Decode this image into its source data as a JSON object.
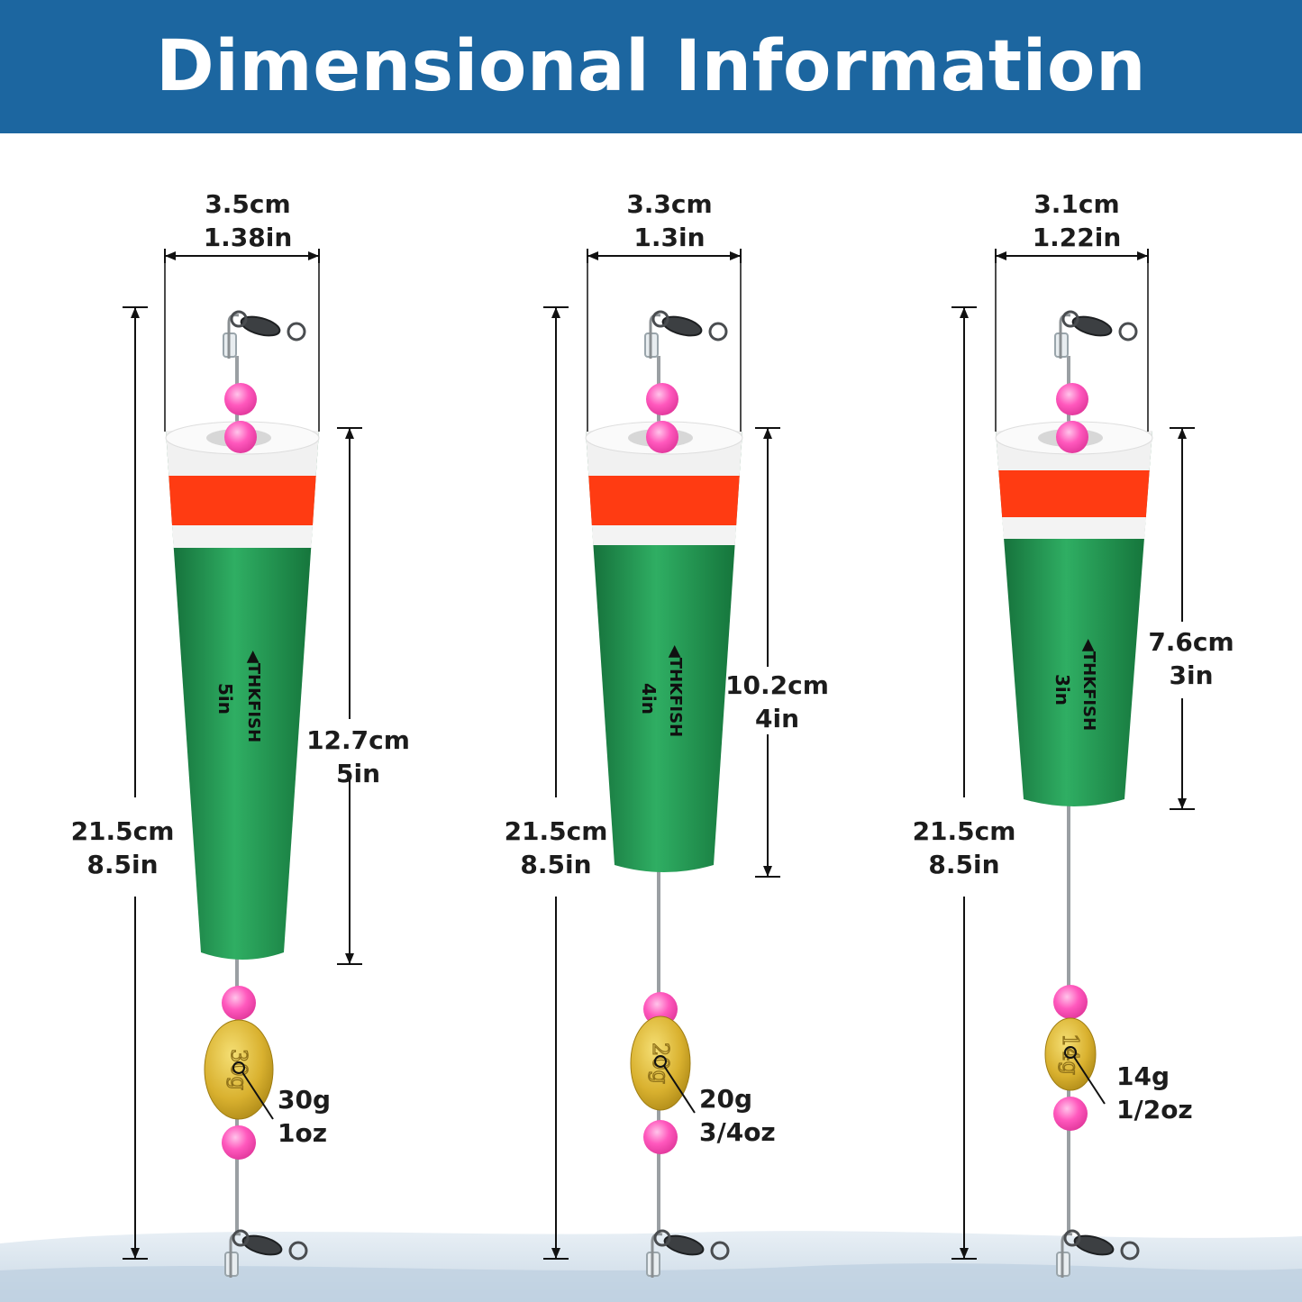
{
  "header": {
    "title": "Dimensional Information"
  },
  "brand": "THKFISH",
  "colors": {
    "banner": "#1c66a0",
    "float_green": "#1f8f4e",
    "float_red": "#ff3b12",
    "float_white": "#f2f2f2",
    "bead_pink": "#ff4fb5",
    "weight_gold": "#d6b02c"
  },
  "floats": [
    {
      "width_cm": "3.5cm",
      "width_in": "1.38in",
      "body_cm": "12.7cm",
      "body_in": "5in",
      "total_cm": "21.5cm",
      "total_in": "8.5in",
      "weight_g": "30g",
      "weight_oz": "1oz",
      "size_mark": "5in",
      "weight_mark": "30g"
    },
    {
      "width_cm": "3.3cm",
      "width_in": "1.3in",
      "body_cm": "10.2cm",
      "body_in": "4in",
      "total_cm": "21.5cm",
      "total_in": "8.5in",
      "weight_g": "20g",
      "weight_oz": "3/4oz",
      "size_mark": "4in",
      "weight_mark": "20g"
    },
    {
      "width_cm": "3.1cm",
      "width_in": "1.22in",
      "body_cm": "7.6cm",
      "body_in": "3in",
      "total_cm": "21.5cm",
      "total_in": "8.5in",
      "weight_g": "14g",
      "weight_oz": "1/2oz",
      "size_mark": "3in",
      "weight_mark": "14g"
    }
  ]
}
